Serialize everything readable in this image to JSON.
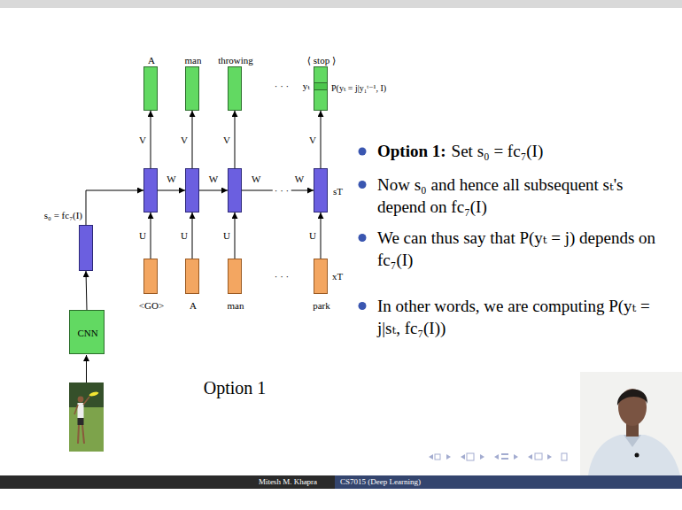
{
  "diagram": {
    "nodes": [
      {
        "text": [
          "A"
        ]
      },
      {
        "text": [
          "man"
        ]
      },
      {
        "text": [
          "throwing"
        ]
      },
      {
        "text": [
          "⟨ stop ⟩"
        ]
      },
      {
        "text": []
      },
      {
        "text": []
      },
      {
        "text": []
      },
      {
        "text": [
          "sT"
        ]
      },
      {
        "text": [
          "s₀ = fc₇(I)"
        ]
      },
      {
        "text": [
          "<GO>"
        ]
      },
      {
        "text": [
          "A"
        ]
      },
      {
        "text": [
          "man"
        ]
      },
      {
        "text": [
          "park"
        ]
      },
      {
        "text": [
          "CNN"
        ]
      }
    ],
    "edges": [
      {
        "from": 13,
        "to": 8,
        "arrow": "to"
      },
      {
        "from": 8,
        "to": 4,
        "arrow": "to"
      },
      {
        "from": 4,
        "to": 5,
        "arrow": "to",
        "label": "W"
      },
      {
        "from": 5,
        "to": 6,
        "arrow": "to",
        "label": "W"
      },
      {
        "from": 6,
        "to": 7,
        "arrow": "to",
        "label": "W"
      },
      {
        "from": 4,
        "to": 0,
        "arrow": "to",
        "label": "V"
      },
      {
        "from": 5,
        "to": 1,
        "arrow": "to",
        "label": "V"
      },
      {
        "from": 6,
        "to": 2,
        "arrow": "to",
        "label": "V"
      },
      {
        "from": 7,
        "to": 3,
        "arrow": "to",
        "label": "V"
      },
      {
        "from": 9,
        "to": 4,
        "arrow": "to",
        "label": "U"
      },
      {
        "from": 10,
        "to": 5,
        "arrow": "to",
        "label": "U"
      },
      {
        "from": 11,
        "to": 6,
        "arrow": "to",
        "label": "U"
      },
      {
        "from": 12,
        "to": 7,
        "arrow": "to",
        "label": "U"
      }
    ],
    "labels": [
      "· · ·",
      "· · ·",
      "W",
      "· · ·",
      "yₜ",
      "P(yₜ = j|y₁ᵗ⁻¹, I)",
      "xT",
      "Option 1",
      "Option 1:",
      "Set s₀ = fc₇(I)",
      "Now s₀ and hence all subsequent sₜ's depend on fc₇(I)",
      "We can thus say that P(yₜ = j) depends on fc₇(I)",
      "In other words, we are computing P(yₜ = j|sₜ, fc₇(I))",
      "Mitesh M. Khapra",
      "CS7015 (Deep Learning)"
    ]
  }
}
